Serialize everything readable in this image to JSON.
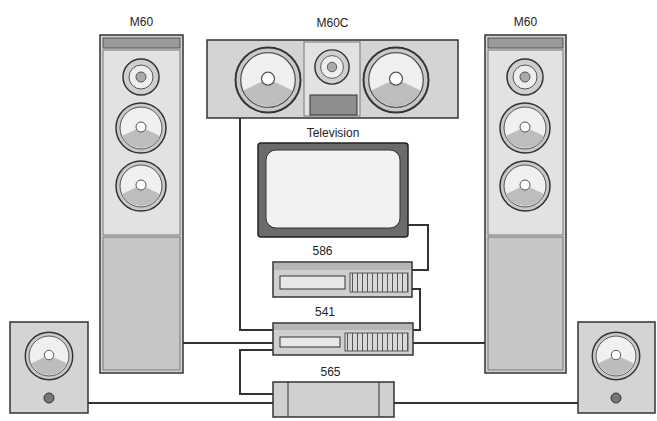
{
  "diagram": {
    "nodes": [
      {
        "text": [
          "M60"
        ]
      },
      {
        "text": [
          "M60C"
        ]
      },
      {
        "text": [
          "M60"
        ]
      },
      {
        "text": [
          "Television"
        ]
      },
      {
        "text": [
          "586"
        ]
      },
      {
        "text": [
          "541"
        ]
      },
      {
        "text": [
          "565"
        ]
      }
    ],
    "edges": [
      {
        "from": 0,
        "to": 5,
        "arrow": "none"
      },
      {
        "from": 1,
        "to": 5,
        "arrow": "none"
      },
      {
        "from": 2,
        "to": 5,
        "arrow": "none"
      },
      {
        "from": 3,
        "to": 4,
        "arrow": "none"
      },
      {
        "from": 4,
        "to": 5,
        "arrow": "none"
      },
      {
        "from": 5,
        "to": 6,
        "arrow": "none"
      }
    ]
  }
}
